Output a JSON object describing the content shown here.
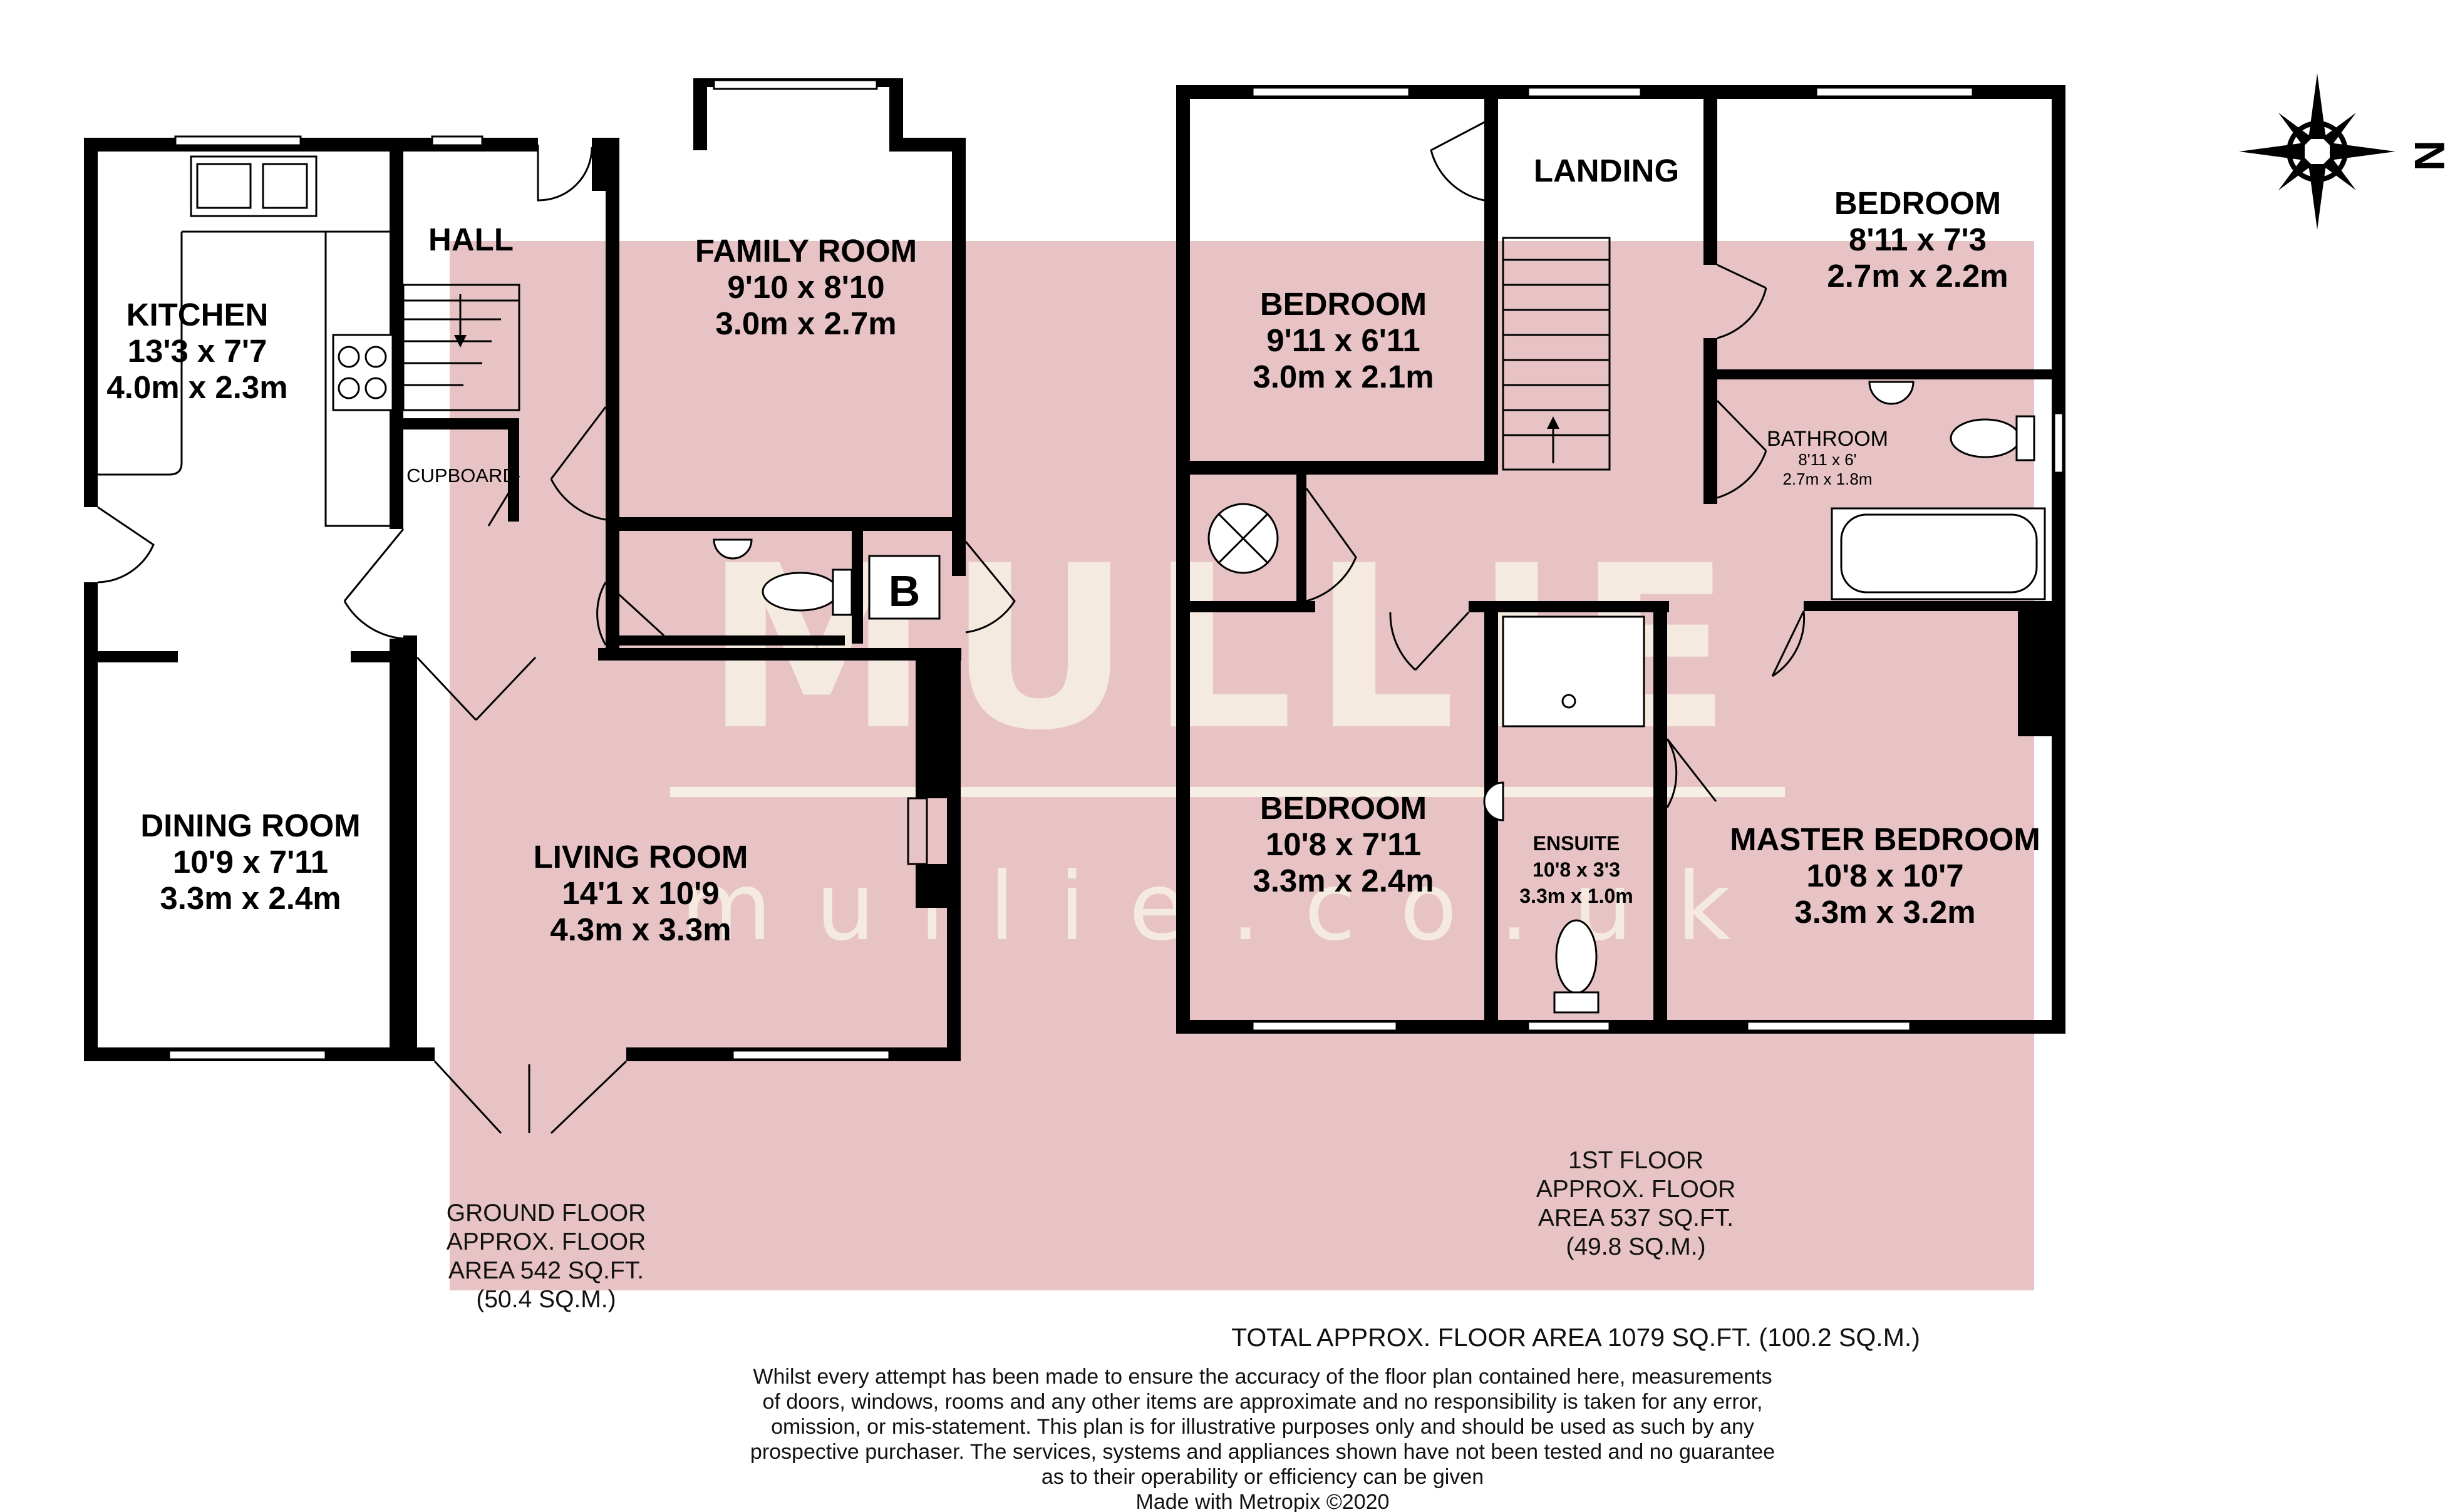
{
  "watermark": {
    "brand": "MULLIE",
    "site": "mullie.co.uk",
    "fill_color": "#e7c3c5"
  },
  "compass": {
    "north_label": "N"
  },
  "ground_floor": {
    "rooms": {
      "kitchen": {
        "name": "KITCHEN",
        "imperial": "13'3 x 7'7",
        "metric": "4.0m x 2.3m"
      },
      "hall": {
        "name": "HALL"
      },
      "family_room": {
        "name": "FAMILY ROOM",
        "imperial": "9'10 x 8'10",
        "metric": "3.0m x 2.7m"
      },
      "cupboard": {
        "name": "CUPBOARD"
      },
      "boiler": {
        "name": "B"
      },
      "dining_room": {
        "name": "DINING ROOM",
        "imperial": "10'9 x 7'11",
        "metric": "3.3m x 2.4m"
      },
      "living_room": {
        "name": "LIVING ROOM",
        "imperial": "14'1 x 10'9",
        "metric": "4.3m x 3.3m"
      }
    },
    "area_lines": [
      "GROUND FLOOR",
      "APPROX. FLOOR",
      "AREA 542 SQ.FT.",
      "(50.4 SQ.M.)"
    ]
  },
  "first_floor": {
    "rooms": {
      "landing": {
        "name": "LANDING"
      },
      "bedroom_rear_left": {
        "name": "BEDROOM",
        "imperial": "9'11 x 6'11",
        "metric": "3.0m x 2.1m"
      },
      "bedroom_rear_right": {
        "name": "BEDROOM",
        "imperial": "8'11 x 7'3",
        "metric": "2.7m x 2.2m"
      },
      "bathroom": {
        "name": "BATHROOM",
        "imperial": "8'11 x 6'",
        "metric": "2.7m x 1.8m"
      },
      "bedroom_front_left": {
        "name": "BEDROOM",
        "imperial": "10'8 x 7'11",
        "metric": "3.3m x 2.4m"
      },
      "ensuite": {
        "name": "ENSUITE",
        "imperial": "10'8 x 3'3",
        "metric": "3.3m x 1.0m"
      },
      "master_bedroom": {
        "name": "MASTER BEDROOM",
        "imperial": "10'8 x 10'7",
        "metric": "3.3m x 3.2m"
      }
    },
    "area_lines": [
      "1ST FLOOR",
      "APPROX. FLOOR",
      "AREA 537 SQ.FT.",
      "(49.8 SQ.M.)"
    ]
  },
  "total_area": "TOTAL APPROX. FLOOR AREA 1079 SQ.FT. (100.2 SQ.M.)",
  "disclaimer_lines": [
    "Whilst every attempt has been made to ensure the accuracy of the floor plan contained here, measurements",
    "of doors, windows, rooms and any other items are approximate and no responsibility is taken for any error,",
    "omission, or mis-statement. This plan is for illustrative purposes only and should be used as such by any",
    "prospective purchaser. The services, systems and appliances shown have not been tested and no guarantee",
    "as to their operability or efficiency can be given"
  ],
  "credit": "Made with Metropix ©2020"
}
